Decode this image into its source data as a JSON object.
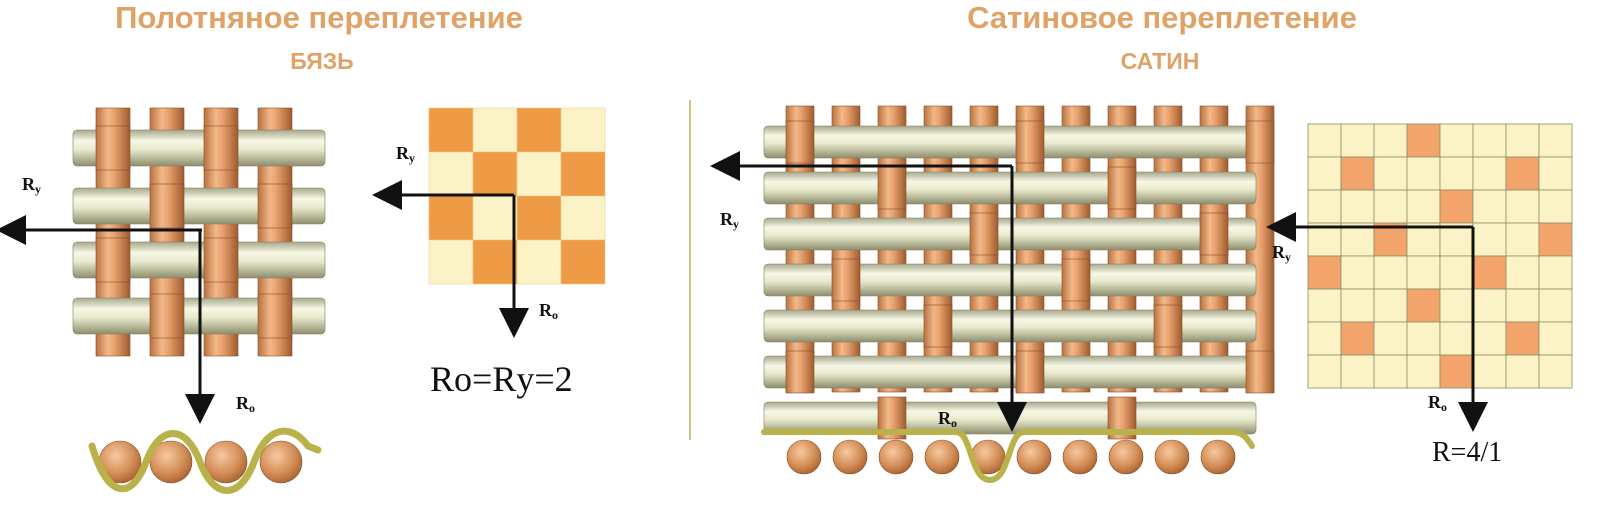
{
  "colors": {
    "title": "#E0A266",
    "warp": "#D9925E",
    "weft": "#E6E6C8",
    "grid_dark": "#EF9A45",
    "grid_light": "#FBF3C6",
    "profile_line": "#B9B24A",
    "divider": "#C9C47A"
  },
  "plain": {
    "title": "Полотняное переплетение",
    "subtitle": "БЯЗЬ",
    "ry_main": "R",
    "ry_sub": "у",
    "ro_main": "R",
    "ro_sub": "о",
    "grid_ry_main": "R",
    "grid_ry_sub": "у",
    "grid_ro_main": "R",
    "grid_ro_sub": "о",
    "formula": "Rо=Rу=2"
  },
  "satin": {
    "title": "Сатиновое переплетение",
    "subtitle": "САТИН",
    "ry_main": "R",
    "ry_sub": "у",
    "ro_main": "R",
    "ro_sub": "о",
    "grid_ry_main": "R",
    "grid_ry_sub": "у",
    "grid_ro_main": "R",
    "grid_ro_sub": "о",
    "formula": "R=4/1"
  }
}
